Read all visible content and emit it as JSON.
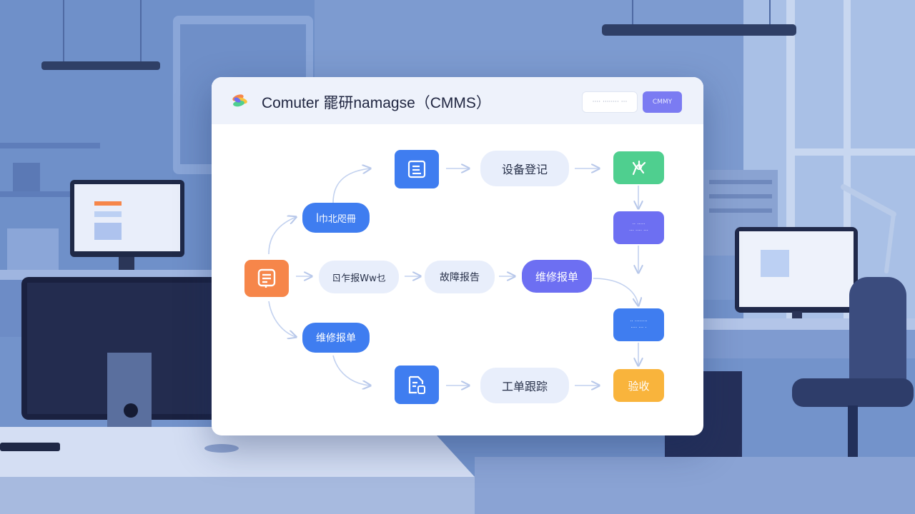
{
  "header": {
    "title": "Comuter 罷研namagse（CMMS）",
    "button_1": "···· ········ ···",
    "button_2": "CMMY"
  },
  "nodes": {
    "equipment_registration": "设备登记",
    "upper_pill": "ꟾ巾北咫冊",
    "middle_pill": "ㄖ乍报Ww乜",
    "fault_report": "故障报告",
    "repair_order": "维修报单",
    "lower_pill": "维修报单",
    "work_order_tracking": "工单跟踪",
    "acceptance": "验收",
    "right_box_1": "·· ·····\n··· ···· ···",
    "right_box_2": "·· ········\n···· ··· ·"
  },
  "colors": {
    "primary_blue": "#3f7df0",
    "violet": "#6d6ff2",
    "orange": "#f6864a",
    "green": "#4fcf8f",
    "yellow": "#f9b43c"
  },
  "icons": {
    "logo": "color-petal-logo-icon",
    "start": "list-document-icon",
    "top": "document-frame-icon",
    "bottom": "document-stack-icon",
    "green": "equipment-icon"
  }
}
